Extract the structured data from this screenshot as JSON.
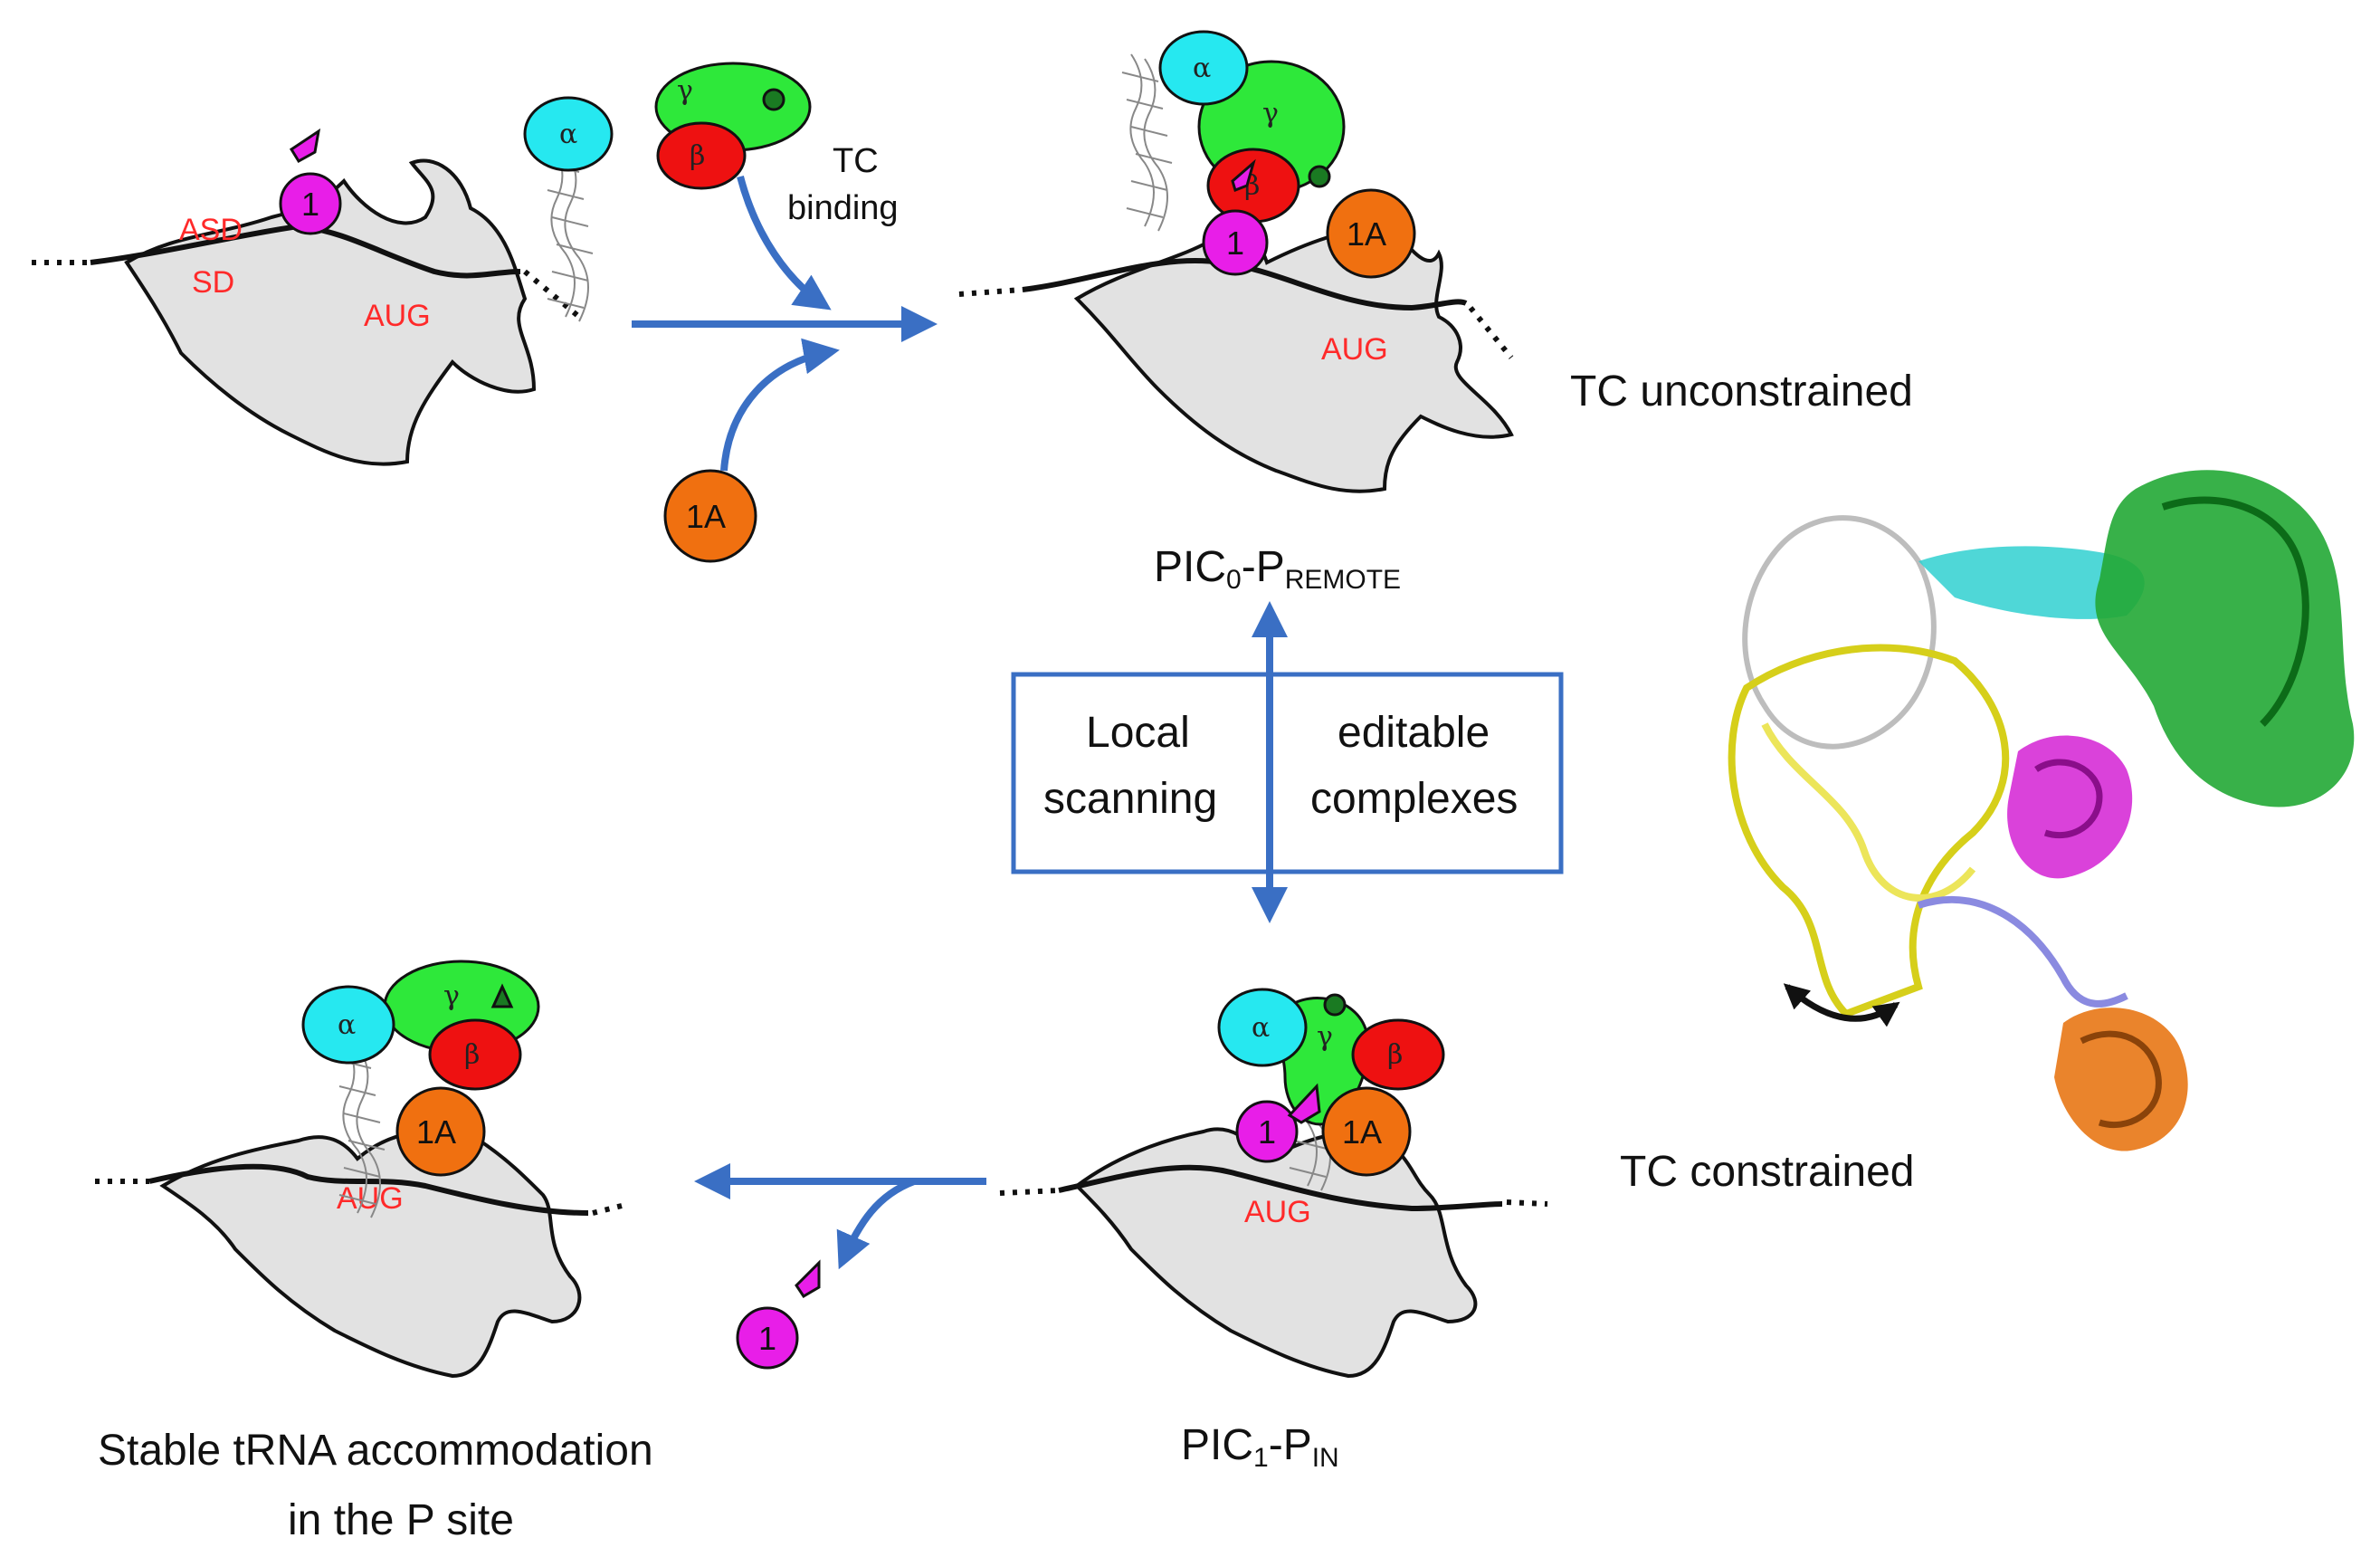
{
  "labels": {
    "asd": "ASD",
    "sd": "SD",
    "aug": "AUG",
    "tc_binding_line1": "TC",
    "tc_binding_line2": "binding",
    "tc_unconstrained": "TC unconstrained",
    "tc_constrained": "TC constrained",
    "pic0_main": "PIC",
    "pic0_sub": "0",
    "pic0_dash": "-P",
    "pic0_sub2": "REMOTE",
    "pic1_main": "PIC",
    "pic1_sub": "1",
    "pic1_dash": "-P",
    "pic1_sub2": "IN",
    "box_left_line1": "Local",
    "box_left_line2": "scanning",
    "box_right_line1": "editable",
    "box_right_line2": "complexes",
    "stable_line1": "Stable tRNA accommodation",
    "stable_line2": "in the P site"
  },
  "factors": {
    "eif1": "1",
    "eif1a": "1A",
    "alpha": "α",
    "beta": "β",
    "gamma": "γ"
  },
  "colors": {
    "eif1": "#e81ee8",
    "eif1a": "#f07010",
    "alpha": "#26e8f0",
    "beta": "#ee1111",
    "gamma": "#2ee83a",
    "arrow": "#3a6fc4",
    "box": "#3a6fc4",
    "ribosome": "#e2e2e2",
    "red_text": "#ff2a2a"
  }
}
